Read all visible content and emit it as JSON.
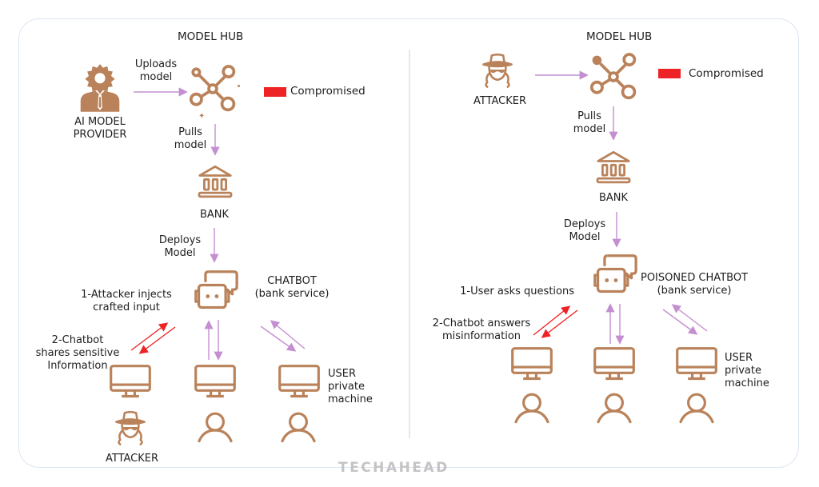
{
  "colors": {
    "icon": "#b9825a",
    "flow_arrow": "#c48fd0",
    "attack_arrow": "#ee2325",
    "legend_compromised": "#ee2325",
    "frame_border": "#dbe5f3",
    "brand": "#c4c4c4"
  },
  "left_panel": {
    "hub_title": "MODEL HUB",
    "provider_label_line1": "AI MODEL",
    "provider_label_line2": "PROVIDER",
    "uploads_label_line1": "Uploads",
    "uploads_label_line2": "model",
    "pulls_label_line1": "Pulls",
    "pulls_label_line2": "model",
    "legend_label": "Compromised",
    "bank_label": "BANK",
    "deploys_label_line1": "Deploys",
    "deploys_label_line2": "Model",
    "chatbot_label_line1": "CHATBOT",
    "chatbot_label_line2": "(bank service)",
    "step1_line1": "1-Attacker injects",
    "step1_line2": "crafted input",
    "step2_line1": "2-Chatbot",
    "step2_line2": "shares sensitive",
    "step2_line3": "Information",
    "user_label_line1": "USER",
    "user_label_line2": "private",
    "user_label_line3": "machine",
    "attacker_label": "ATTACKER"
  },
  "right_panel": {
    "hub_title": "MODEL HUB",
    "attacker_label": "ATTACKER",
    "legend_label": "Compromised",
    "pulls_label_line1": "Pulls",
    "pulls_label_line2": "model",
    "bank_label": "BANK",
    "deploys_label_line1": "Deploys",
    "deploys_label_line2": "Model",
    "chatbot_label_line1": "POISONED CHATBOT",
    "chatbot_label_line2": "(bank service)",
    "step1_line1": "1-User asks questions",
    "step2_line1": "2-Chatbot answers",
    "step2_line2": "misinformation",
    "user_label_line1": "USER",
    "user_label_line2": "private",
    "user_label_line3": "machine"
  },
  "footer": {
    "brand": "TECHAHEAD"
  }
}
